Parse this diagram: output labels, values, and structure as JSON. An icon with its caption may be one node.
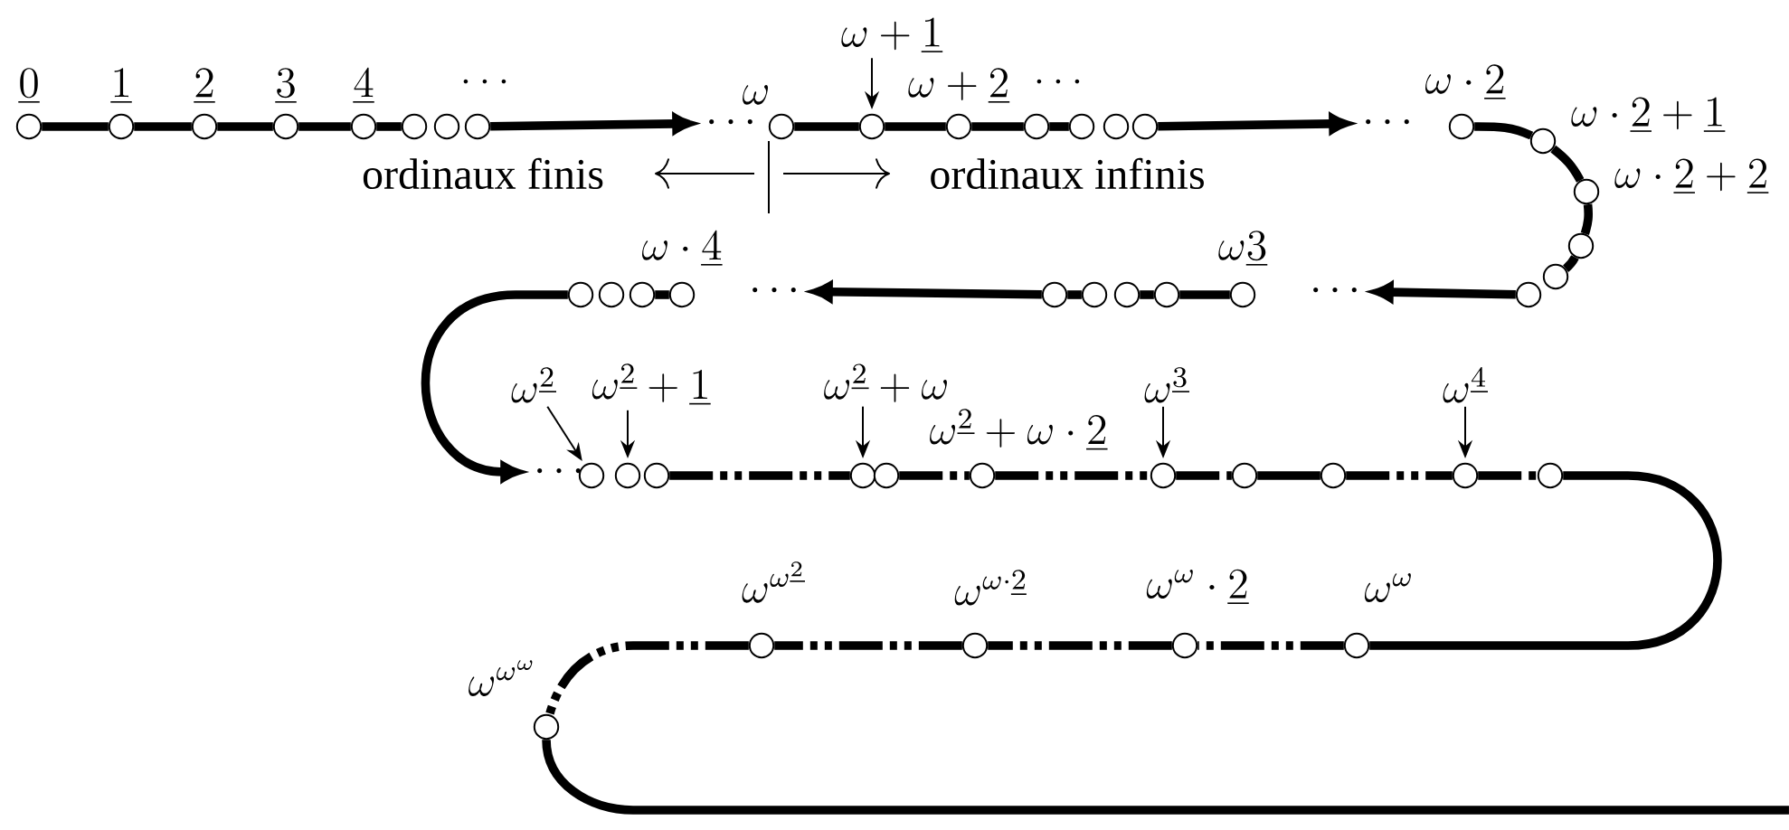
{
  "diagram": {
    "nodes": [
      {
        "text": [
          "\\underline{0}"
        ]
      },
      {
        "text": [
          "\\underline{1}"
        ]
      },
      {
        "text": [
          "\\underline{2}"
        ]
      },
      {
        "text": [
          "\\underline{3}"
        ]
      },
      {
        "text": [
          "\\underline{4}"
        ]
      },
      {
        "text": [],
        "shape": "circle"
      },
      {
        "text": [],
        "shape": "circle"
      },
      {
        "text": [],
        "shape": "circle"
      },
      {
        "text": [
          "\\omega"
        ]
      },
      {
        "text": [
          "\\omega+\\underline{1}"
        ]
      },
      {
        "text": [],
        "shape": "circle"
      },
      {
        "text": [
          "\\omega+\\underline{2}"
        ]
      },
      {
        "text": [],
        "shape": "circle"
      },
      {
        "text": [],
        "shape": "circle"
      },
      {
        "text": [],
        "shape": "circle"
      },
      {
        "text": [],
        "shape": "circle"
      },
      {
        "text": [
          "\\omega\\cdot\\underline{2}"
        ]
      },
      {
        "text": [
          "\\omega\\cdot\\underline{2}+\\underline{1}"
        ]
      },
      {
        "text": [
          "\\omega\\cdot\\underline{2}+\\underline{2}"
        ]
      },
      {
        "text": [],
        "shape": "circle"
      },
      {
        "text": [],
        "shape": "circle"
      },
      {
        "text": [],
        "shape": "circle"
      },
      {
        "text": [
          "\\omega\\underline{3}"
        ]
      },
      {
        "text": [],
        "shape": "circle"
      },
      {
        "text": [],
        "shape": "circle"
      },
      {
        "text": [],
        "shape": "circle"
      },
      {
        "text": [],
        "shape": "circle"
      },
      {
        "text": [
          "\\omega\\cdot\\underline{4}"
        ]
      },
      {
        "text": [],
        "shape": "circle"
      },
      {
        "text": [],
        "shape": "circle"
      },
      {
        "text": [],
        "shape": "circle"
      },
      {
        "text": [
          "\\omega^{\\underline{2}}"
        ]
      },
      {
        "text": [],
        "shape": "circle"
      },
      {
        "text": [
          "\\omega^{\\underline{2}}+\\underline{1}"
        ]
      },
      {
        "text": [],
        "shape": "circle"
      },
      {
        "text": [],
        "shape": "circle"
      },
      {
        "text": [
          "\\omega^{\\underline{2}}+\\omega"
        ]
      },
      {
        "text": [],
        "shape": "circle"
      },
      {
        "text": [],
        "shape": "circle"
      },
      {
        "text": [
          "\\omega^{\\underline{2}}+\\omega\\cdot\\underline{2}"
        ]
      },
      {
        "text": [
          "\\omega^{\\underline{3}}"
        ]
      },
      {
        "text": [],
        "shape": "circle"
      },
      {
        "text": [],
        "shape": "circle"
      },
      {
        "text": [],
        "shape": "circle"
      },
      {
        "text": [
          "\\omega^{\\underline{4}}"
        ]
      },
      {
        "text": [],
        "shape": "circle"
      },
      {
        "text": [],
        "shape": "circle"
      },
      {
        "text": [
          "\\omega^{\\omega}"
        ]
      },
      {
        "text": [
          "\\omega^{\\omega}\\cdot\\underline{2}"
        ]
      },
      {
        "text": [
          "\\omega^{\\omega\\cdot\\underline{2}}"
        ]
      },
      {
        "text": [
          "\\omega^{\\omega^{\\underline{2}}}"
        ]
      },
      {
        "text": [
          "\\omega^{\\omega^{\\omega}}"
        ]
      },
      {
        "text": [
          "\\cdots"
        ]
      },
      {
        "text": [
          "\\cdots"
        ]
      },
      {
        "text": [
          "\\cdots"
        ]
      },
      {
        "text": [
          "\\cdots"
        ]
      },
      {
        "text": [
          "\\cdots"
        ]
      }
    ],
    "edges": [
      {
        "from": 0,
        "to": 1,
        "arrow": "none"
      },
      {
        "from": 1,
        "to": 2,
        "arrow": "none"
      },
      {
        "from": 2,
        "to": 3,
        "arrow": "none"
      },
      {
        "from": 3,
        "to": 4,
        "arrow": "none"
      },
      {
        "from": 4,
        "to": 5,
        "arrow": "none"
      },
      {
        "from": 7,
        "to": 52,
        "arrow": "to"
      },
      {
        "from": 9,
        "to": 10,
        "arrow": "to"
      },
      {
        "from": 8,
        "to": 10,
        "arrow": "none"
      },
      {
        "from": 10,
        "to": 11,
        "arrow": "none"
      },
      {
        "from": 11,
        "to": 12,
        "arrow": "none"
      },
      {
        "from": 12,
        "to": 13,
        "arrow": "none"
      },
      {
        "from": 15,
        "to": 53,
        "arrow": "to"
      },
      {
        "from": 16,
        "to": 17,
        "arrow": "none"
      },
      {
        "from": 17,
        "to": 18,
        "arrow": "none"
      },
      {
        "from": 18,
        "to": 19,
        "arrow": "none"
      },
      {
        "from": 19,
        "to": 20,
        "arrow": "none"
      },
      {
        "from": 21,
        "to": 54,
        "arrow": "to"
      },
      {
        "from": 22,
        "to": 23,
        "arrow": "none"
      },
      {
        "from": 23,
        "to": 24,
        "arrow": "none"
      },
      {
        "from": 25,
        "to": 26,
        "arrow": "none"
      },
      {
        "from": 26,
        "to": 55,
        "arrow": "to"
      },
      {
        "from": 27,
        "to": 28,
        "arrow": "none"
      },
      {
        "from": 30,
        "to": 56,
        "arrow": "to"
      },
      {
        "from": 31,
        "to": 32,
        "arrow": "to"
      },
      {
        "from": 33,
        "to": 34,
        "arrow": "to"
      },
      {
        "from": 35,
        "to": 37,
        "arrow": "none",
        "style": "dashed"
      },
      {
        "from": 36,
        "to": 37,
        "arrow": "to"
      },
      {
        "from": 38,
        "to": 39,
        "arrow": "none",
        "style": "dashed"
      },
      {
        "from": 39,
        "to": 41,
        "arrow": "none",
        "style": "dashed"
      },
      {
        "from": 40,
        "to": 41,
        "arrow": "to"
      },
      {
        "from": 41,
        "to": 42,
        "arrow": "none",
        "style": "dashed"
      },
      {
        "from": 42,
        "to": 43,
        "arrow": "none"
      },
      {
        "from": 43,
        "to": 45,
        "arrow": "none",
        "style": "dashed"
      },
      {
        "from": 44,
        "to": 45,
        "arrow": "to"
      },
      {
        "from": 45,
        "to": 46,
        "arrow": "none",
        "style": "dashed"
      },
      {
        "from": 46,
        "to": 47,
        "arrow": "none"
      },
      {
        "from": 47,
        "to": 48,
        "arrow": "none",
        "style": "dashed"
      },
      {
        "from": 48,
        "to": 49,
        "arrow": "none",
        "style": "dashed"
      },
      {
        "from": 49,
        "to": 50,
        "arrow": "none",
        "style": "dashed"
      },
      {
        "from": 50,
        "to": 51,
        "arrow": "none",
        "style": "dashed"
      },
      {
        "from": 51,
        "to": null,
        "arrow": "none"
      }
    ],
    "labels": [
      "\\dots",
      "\\dots",
      "ordinaux finis",
      "ordinaux infinis"
    ]
  }
}
